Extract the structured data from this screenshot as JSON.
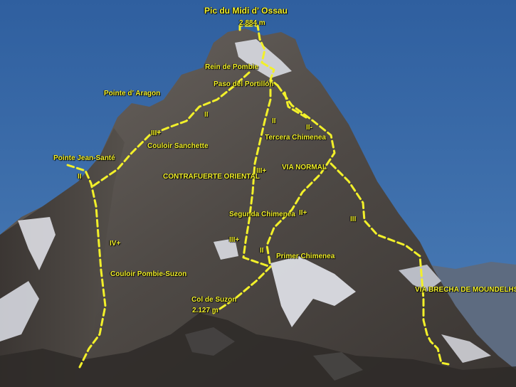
{
  "summit": {
    "name": "Pic du Midi d' Ossau",
    "altitude": "2.884 m"
  },
  "col": {
    "name": "Col de Suzon",
    "altitude": "2.127 m"
  },
  "places": {
    "rein_pombie": "Rein de Pombie",
    "paso_portillon": "Paso del Portillón",
    "pointe_aragon": "Pointe d' Aragon",
    "pointe_jean_sante": "Pointe Jean-Santé",
    "tercera_chimenea": "Tercera Chimenea",
    "segunda_chimenea": "Segunda Chimenea",
    "primer_chimenea": "Primer Chimenea"
  },
  "routes": {
    "couloir_sanchette": "Couloir Sanchette",
    "contrafuerte_oriental": "CONTRAFUERTE ORIENTAL",
    "via_normal": "VIA NORMAL",
    "couloir_pombie_suzon": "Couloir Pombie-Suzon",
    "via_brecha": "VIA BRECHA DE MOUNDELHS"
  },
  "grades": {
    "g1": "II",
    "g2": "III+",
    "g3": "II",
    "g4": "II-",
    "g5": "III+",
    "g6": "II",
    "g7": "II+",
    "g8": "III",
    "g9": "IV+",
    "g10": "III+",
    "g11": "II"
  },
  "colors": {
    "route_line": "#f2f02a",
    "sky": "#3d6aa8",
    "rock": "#5a5450",
    "snow": "#e8eaef"
  }
}
